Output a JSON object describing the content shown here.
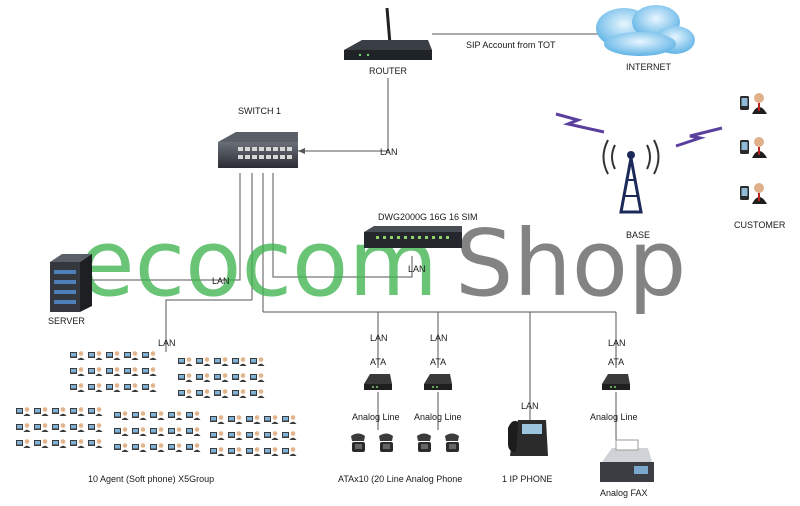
{
  "watermark": {
    "part1": "ecocom",
    "part2": "Shop",
    "color1": "#3fb34f",
    "color2": "#6d6d6d"
  },
  "labels": {
    "router": "ROUTER",
    "sip": "SIP Account from TOT",
    "internet": "INTERNET",
    "switch": "SWITCH 1",
    "lan_switch_router": "LAN",
    "gateway": "DWG2000G 16G  16 SIM",
    "lan_gateway": "LAN",
    "lan_server": "LAN",
    "server": "SERVER",
    "base": "BASE",
    "customer": "CUSTOMER",
    "lan_agents": "LAN",
    "lan_ata1": "LAN",
    "lan_ata2": "LAN",
    "lan_ipphone": "LAN",
    "lan_fax": "LAN",
    "ata1": "ATA",
    "ata2": "ATA",
    "ata3": "ATA",
    "analog_line1": "Analog Line",
    "analog_line2": "Analog Line",
    "analog_line3": "Analog Line",
    "agents_caption": "10 Agent  (Soft phone) X5Group",
    "analog_phone_caption": "ATAx10 (20 Line Analog Phone",
    "ip_phone_caption": "1 IP    PHONE",
    "fax_caption": "Analog FAX"
  },
  "colors": {
    "line": "#555555",
    "device": "#2b2b2b",
    "cloud": "#4aa3df",
    "lightning": "#5a3f9e"
  },
  "icons": [
    "router-icon",
    "cloud-icon",
    "switch-icon",
    "gateway-icon",
    "server-icon",
    "tower-icon",
    "mobile-user-icon",
    "agent-workstation-icon",
    "ata-icon",
    "analog-phone-icon",
    "ip-phone-icon",
    "fax-icon"
  ]
}
